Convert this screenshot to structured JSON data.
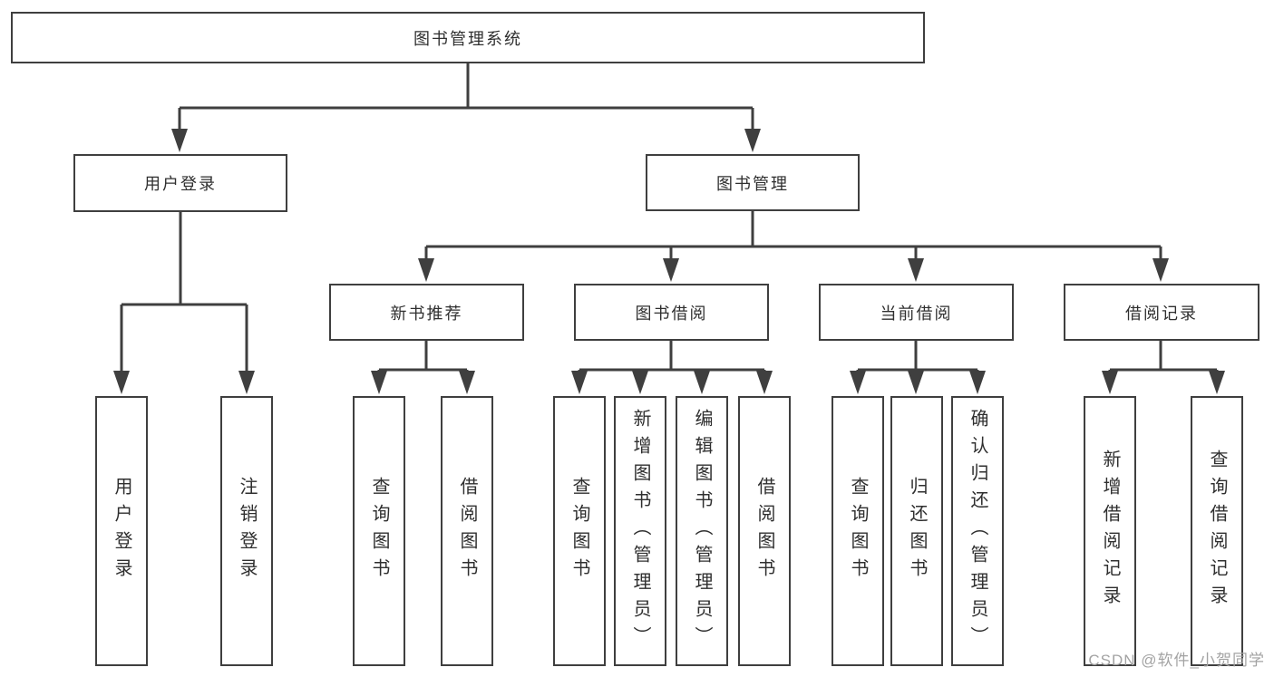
{
  "tree": {
    "root": {
      "label": "图书管理系统"
    },
    "branches": [
      {
        "label": "用户登录",
        "leaves": [
          {
            "label": "用户登录"
          },
          {
            "label": "注销登录"
          }
        ]
      },
      {
        "label": "图书管理",
        "groups": [
          {
            "label": "新书推荐",
            "leaves": [
              {
                "label": "查询图书"
              },
              {
                "label": "借阅图书"
              }
            ]
          },
          {
            "label": "图书借阅",
            "leaves": [
              {
                "label": "查询图书"
              },
              {
                "label": "新增图书（管理员）"
              },
              {
                "label": "编辑图书（管理员）"
              },
              {
                "label": "借阅图书"
              }
            ]
          },
          {
            "label": "当前借阅",
            "leaves": [
              {
                "label": "查询图书"
              },
              {
                "label": "归还图书"
              },
              {
                "label": "确认归还（管理员）"
              }
            ]
          },
          {
            "label": "借阅记录",
            "leaves": [
              {
                "label": "新增借阅记录"
              },
              {
                "label": "查询借阅记录"
              }
            ]
          }
        ]
      }
    ]
  },
  "watermark": {
    "text": "CSDN @软件_小贺同学"
  },
  "colors": {
    "line": "#3f3f3f",
    "text": "#2f2f2f",
    "background": "#ffffff",
    "watermark": "#a3a3a3"
  }
}
